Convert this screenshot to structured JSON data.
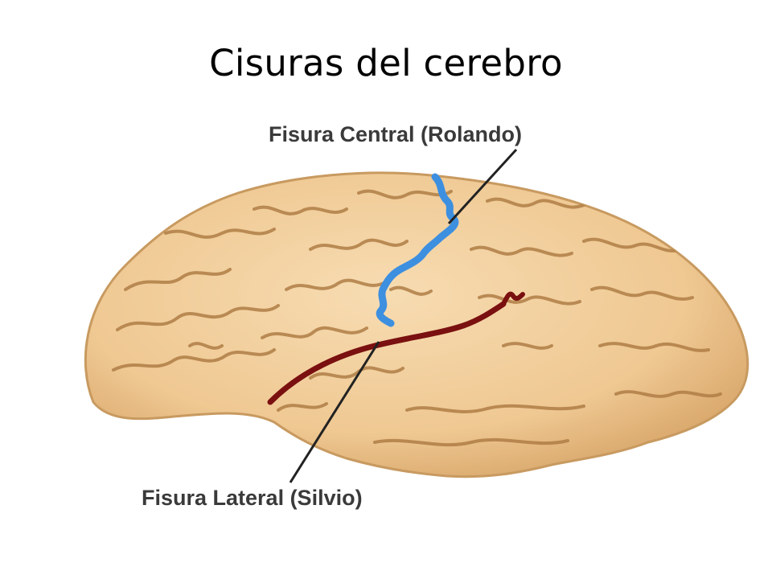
{
  "slide": {
    "title": "Cisuras del cerebro"
  },
  "diagram": {
    "labels": {
      "central": "Fisura Central (Rolando)",
      "lateral": "Fisura Lateral (Silvio)"
    },
    "colors": {
      "brain_fill": "#f1cf9f",
      "brain_shadow": "#d9a86c",
      "gyri_lines": "#b07e46",
      "central_fissure": "#3d8fe0",
      "lateral_fissure": "#7a1010",
      "leader_line": "#222222"
    }
  }
}
